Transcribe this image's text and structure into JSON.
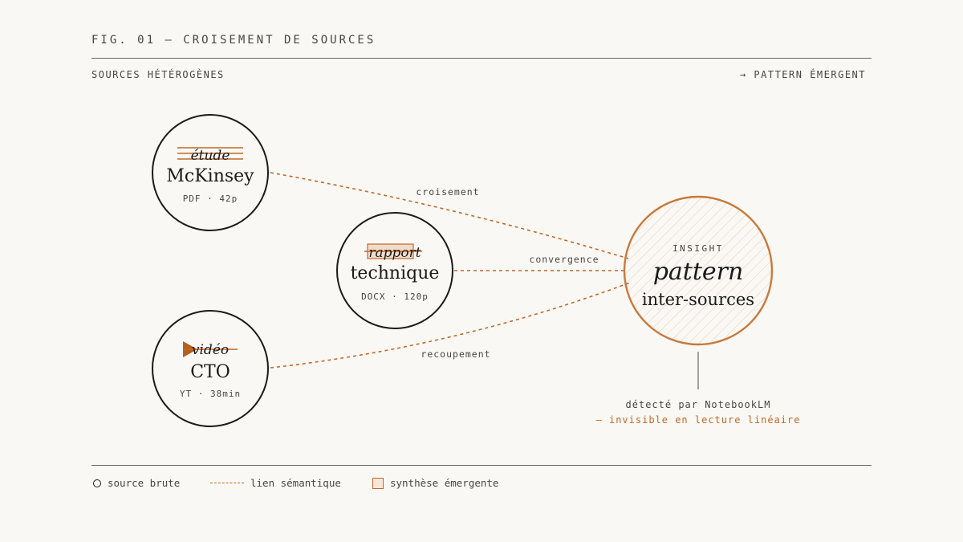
{
  "header": {
    "figure_title": "FIG. 01 — CROISEMENT DE SOURCES",
    "left_label": "SOURCES HÉTÉROGÈNES",
    "right_label": "→ PATTERN ÉMERGENT"
  },
  "sources": [
    {
      "type_label": "étude",
      "title": "McKinsey",
      "meta": "PDF · 42p"
    },
    {
      "type_label": "rapport",
      "title": "technique",
      "meta": "DOCX · 120p"
    },
    {
      "type_label": "vidéo",
      "title": "CTO",
      "meta": "YT · 38min"
    }
  ],
  "links": [
    {
      "label": "croisement"
    },
    {
      "label": "convergence"
    },
    {
      "label": "recoupement"
    }
  ],
  "insight": {
    "kicker": "INSIGHT",
    "title": "pattern",
    "subtitle": "inter-sources",
    "note_line1": "détecté par NotebookLM",
    "note_line2": "— invisible en lecture linéaire"
  },
  "legend": {
    "source": "source brute",
    "link": "lien sémantique",
    "synthesis": "synthèse émergente"
  },
  "colors": {
    "accent": "#c0692a",
    "ink": "#1a1a1a",
    "background": "#faf8f4"
  }
}
